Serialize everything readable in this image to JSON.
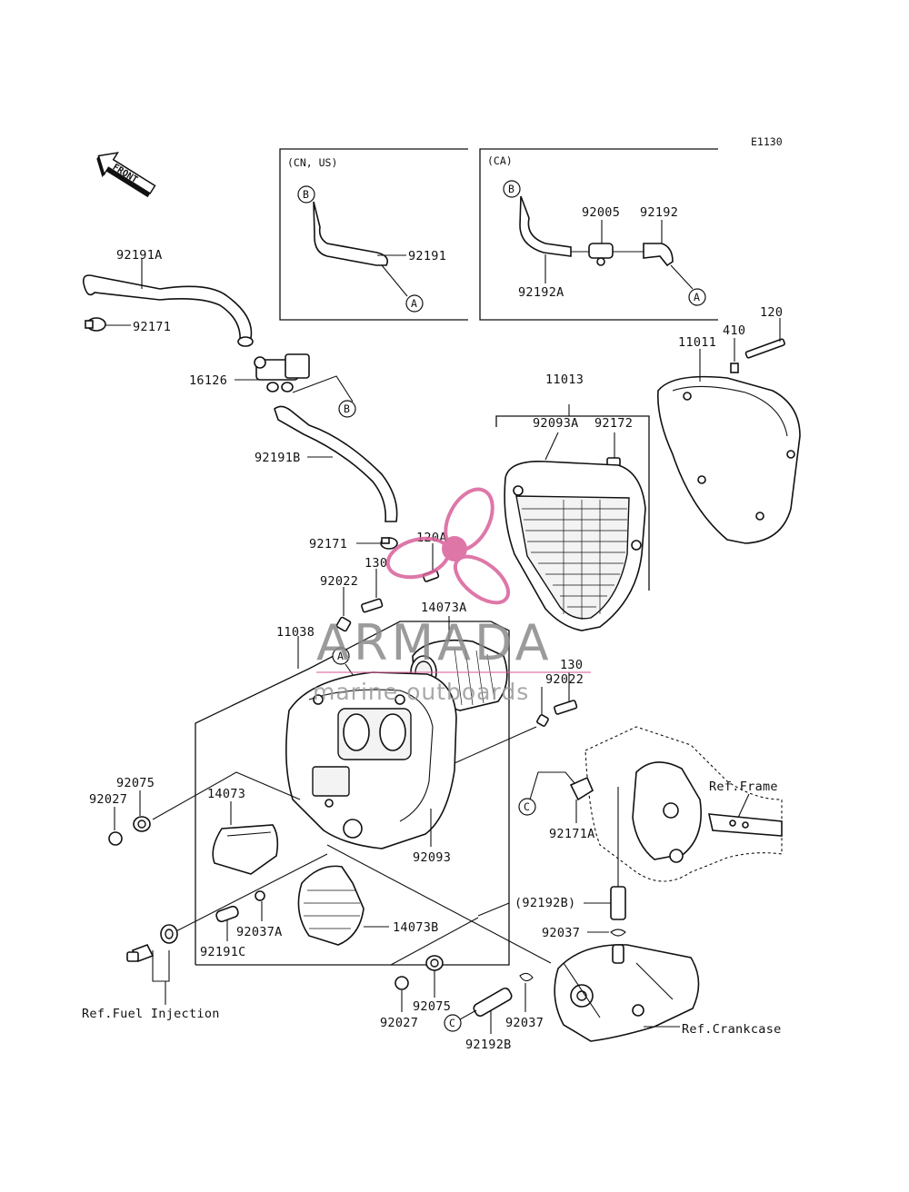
{
  "diagram_code": "E1130",
  "front_arrow_label": "FRONT",
  "variants": {
    "cn_us": {
      "title": "(CN, US)",
      "marker_b": "B",
      "marker_a": "A",
      "hose_label": "92191"
    },
    "ca": {
      "title": "(CA)",
      "marker_b": "B",
      "marker_a": "A",
      "hose_label": "92192A",
      "fitting_label": "92005",
      "hose2_label": "92192"
    }
  },
  "markers": {
    "a": "A",
    "b": "B",
    "c": "C"
  },
  "part_labels": {
    "p92191A": "92191A",
    "p92171_top": "92171",
    "p16126": "16126",
    "p92191B": "92191B",
    "p92171_mid": "92171",
    "p120A": "120A",
    "p130_upper": "130",
    "p92022_upper": "92022",
    "p11038": "11038",
    "p14073A": "14073A",
    "p92022_lower": "92022",
    "p130_lower": "130",
    "p11013": "11013",
    "p92093A": "92093A",
    "p92172": "92172",
    "p11011": "11011",
    "p410": "410",
    "p120": "120",
    "p92075_left": "92075",
    "p92027_left": "92027",
    "p14073": "14073",
    "p92093": "92093",
    "p92171A": "92171A",
    "p92037A": "92037A",
    "p14073B": "14073B",
    "p92191C": "92191C",
    "p92192B_paren": "(92192B)",
    "p92037_right": "92037",
    "p92027_bottom": "92027",
    "p92075_bottom": "92075",
    "p92192B_bottom": "92192B",
    "p92037_bottom": "92037"
  },
  "references": {
    "frame": "Ref.Frame",
    "fuel_injection": "Ref.Fuel Injection",
    "crankcase": "Ref.Crankcase"
  },
  "watermark": {
    "brand": "ARMADA",
    "tagline": "marine outboards",
    "color": "#d9609a"
  }
}
